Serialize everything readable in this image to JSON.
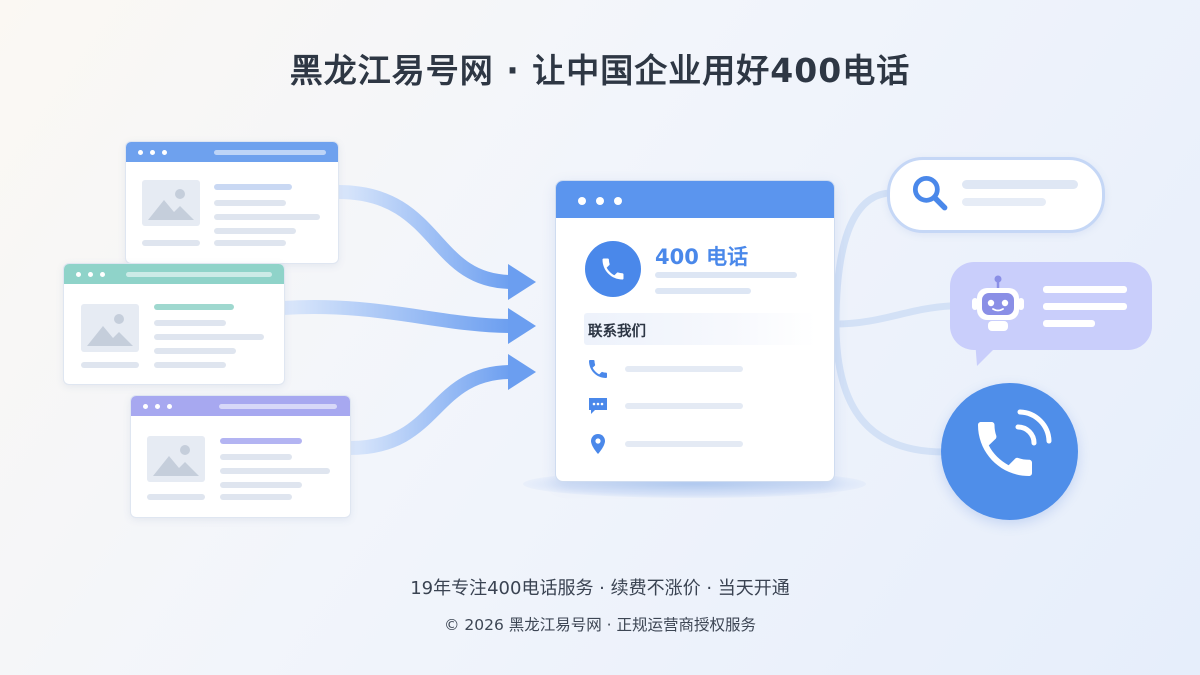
{
  "header": {
    "title": "黑龙江易号网 · 让中国企业用好400电话"
  },
  "center_window": {
    "title": "400 电话",
    "contact_label": "联系我们"
  },
  "footer": {
    "tagline": "19年专注400电话服务 · 续费不涨价 · 当天开通",
    "copyright": "© 2026 黑龙江易号网 · 正规运营商授权服务"
  },
  "colors": {
    "card_blue": "#6ea1ee",
    "card_teal": "#8fd3c9",
    "card_purple": "#a7a8f0",
    "accent_blue": "#4a88ea",
    "chat_purple": "#c9cefb"
  },
  "icons": [
    "phone-icon",
    "chat-icon",
    "location-icon",
    "search-icon",
    "robot-icon",
    "phone-call-icon",
    "image-icon"
  ]
}
